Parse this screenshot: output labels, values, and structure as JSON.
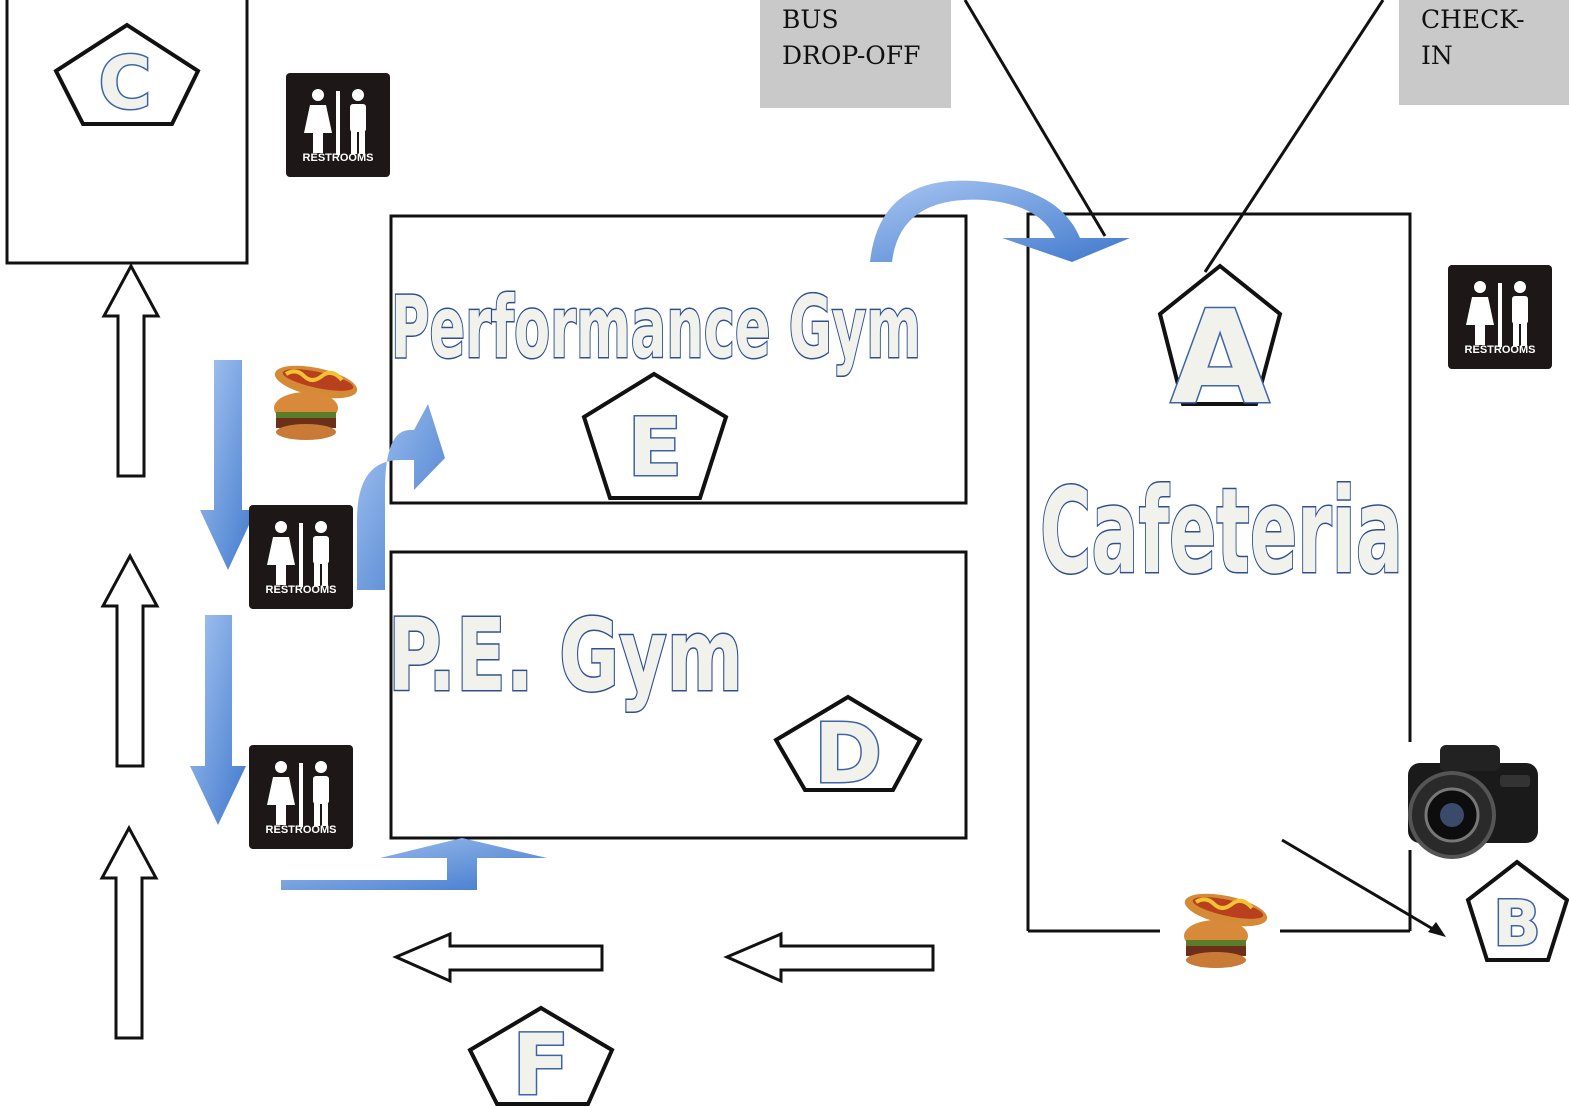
{
  "labels": {
    "bus_dropoff": "BUS\nDROP-OFF",
    "checkin": "CHECK-IN"
  },
  "buildings": {
    "performance_gym": "Performance Gym",
    "pe_gym": "P.E. Gym",
    "cafeteria": "Cafeteria"
  },
  "stations": [
    "A",
    "B",
    "C",
    "D",
    "E",
    "F"
  ],
  "restroom_sign": "RESTROOMS",
  "colors": {
    "route_blue": "#5b8fd6",
    "route_blue_light": "#9dbff0",
    "text_outline": "#2f4f8f",
    "label_bg": "#c9c9c9"
  },
  "icons": [
    "restroom-sign-icon",
    "food-hotdog-burger-icon",
    "camera-icon"
  ]
}
